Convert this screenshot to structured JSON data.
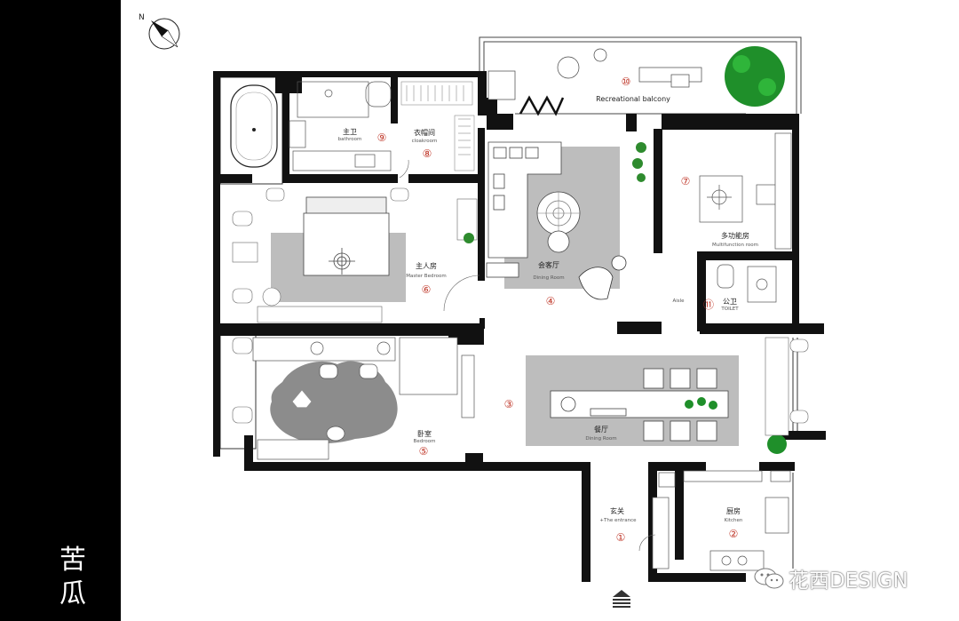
{
  "sidebar": {
    "title": "苦瓜"
  },
  "compass": {
    "north": "N"
  },
  "rooms": [
    {
      "id": "r1",
      "zh": "玄关",
      "en": "+The entrance",
      "num": "①"
    },
    {
      "id": "r2",
      "zh": "厨房",
      "en": "Kitchen",
      "num": "②"
    },
    {
      "id": "r3",
      "zh": "",
      "en": "",
      "num": "③"
    },
    {
      "id": "r4",
      "zh": "会客厅",
      "en": "Dining Room",
      "num": "④"
    },
    {
      "id": "r5",
      "zh": "卧室",
      "en": "Bedroom",
      "num": "⑤"
    },
    {
      "id": "r6",
      "zh": "主人房",
      "en": "Master Bedroom",
      "num": "⑥"
    },
    {
      "id": "r7",
      "zh": "多功能房",
      "en": "Multifunction room",
      "num": "⑦"
    },
    {
      "id": "r8",
      "zh": "衣帽间",
      "en": "cloakroom",
      "num": "⑧"
    },
    {
      "id": "r9",
      "zh": "主卫",
      "en": "bathroom",
      "num": "⑨"
    },
    {
      "id": "r10",
      "zh": "",
      "en": "Recreational balcony",
      "num": "⑩"
    },
    {
      "id": "r11",
      "zh": "公卫",
      "en": "TOILET",
      "num": "⑪"
    },
    {
      "id": "rd",
      "zh": "餐厅",
      "en": "Dining Room",
      "num": ""
    }
  ],
  "other_labels": {
    "aisle": "Aisle"
  },
  "watermark": {
    "text": "花西DESIGN"
  }
}
